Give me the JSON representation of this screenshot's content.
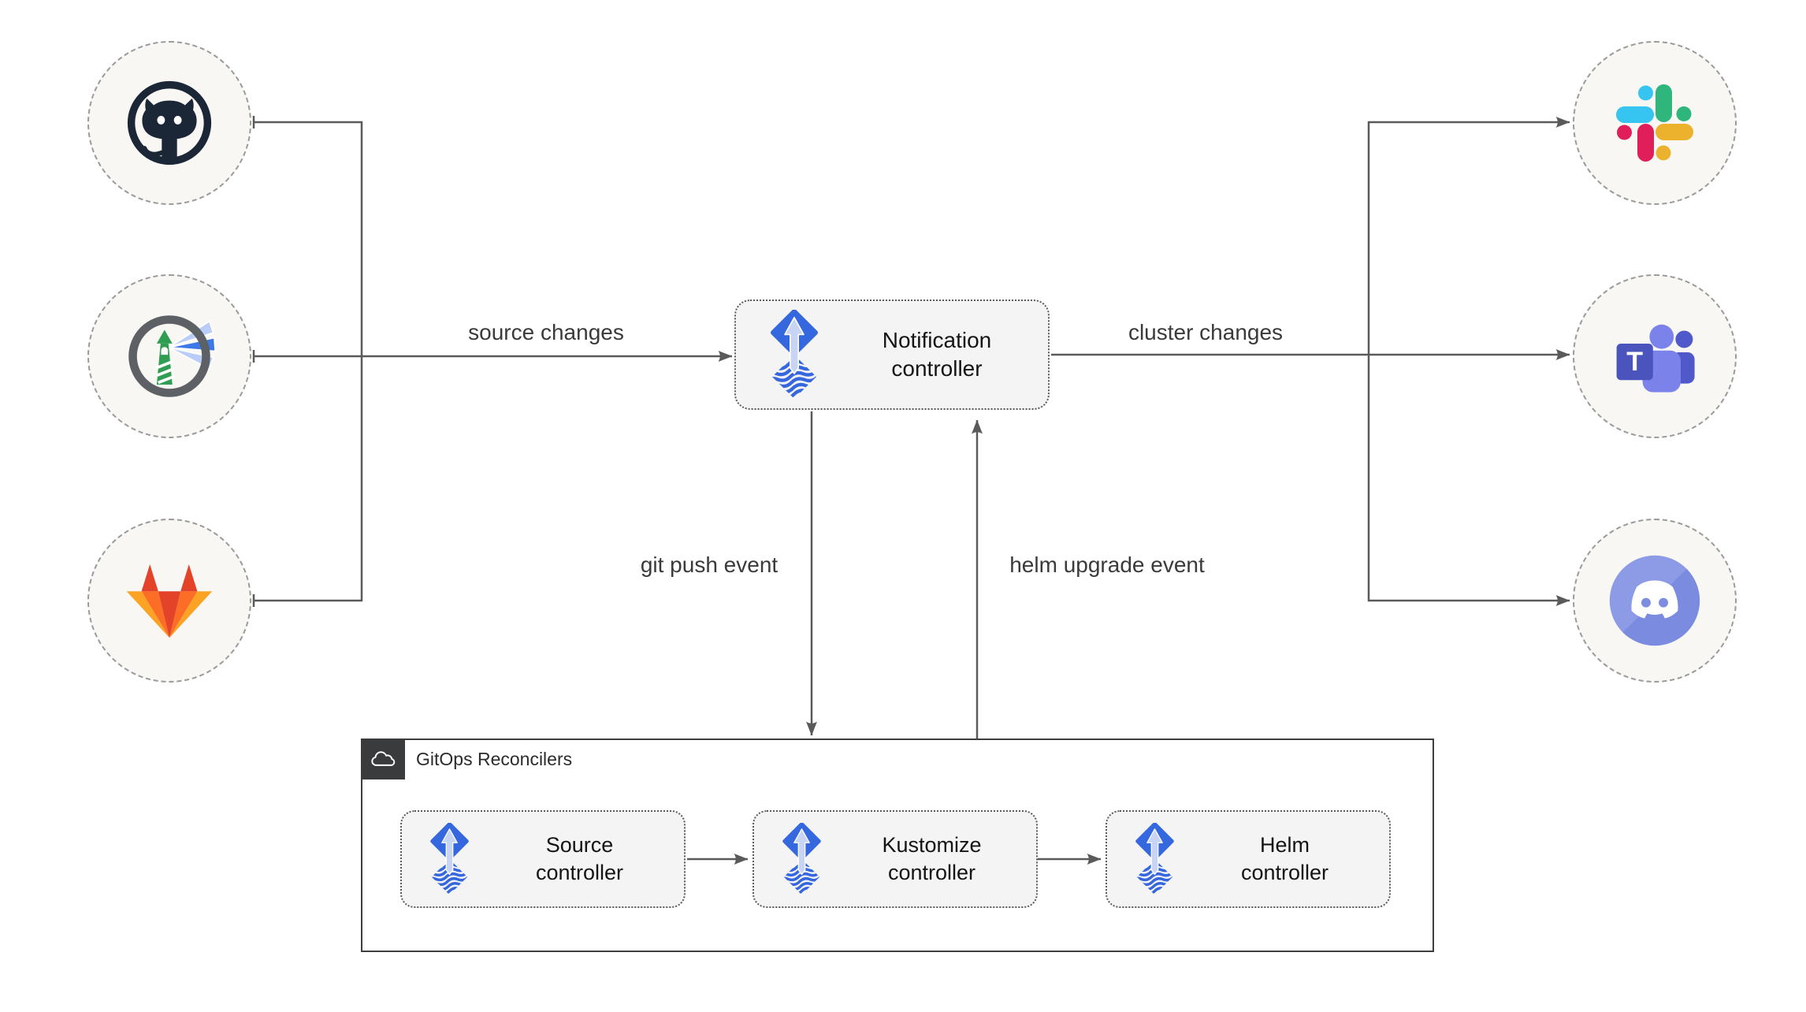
{
  "nodes": {
    "sources": [
      {
        "id": "github",
        "icon": "github-icon"
      },
      {
        "id": "harbor",
        "icon": "harbor-icon"
      },
      {
        "id": "gitlab",
        "icon": "gitlab-icon"
      }
    ],
    "notification_controller": {
      "label": "Notification controller",
      "icon": "flux-icon"
    },
    "targets": [
      {
        "id": "slack",
        "icon": "slack-icon"
      },
      {
        "id": "teams",
        "icon": "teams-icon",
        "letter": "T"
      },
      {
        "id": "discord",
        "icon": "discord-icon"
      }
    ]
  },
  "edges": {
    "source_changes": "source changes",
    "cluster_changes": "cluster changes",
    "git_push_event": "git push event",
    "helm_upgrade_event": "helm upgrade event"
  },
  "reconcilers_group": {
    "label": "GitOps Reconcilers",
    "icon": "cloud-icon",
    "items": [
      {
        "label": "Source controller",
        "icon": "flux-icon"
      },
      {
        "label": "Kustomize controller",
        "icon": "flux-icon"
      },
      {
        "label": "Helm controller",
        "icon": "flux-icon"
      }
    ]
  },
  "colors": {
    "flux_blue": "#3567df",
    "flux_arrow_light": "#c7d4f4",
    "connector_line": "#5a5a5a",
    "node_fill": "#f8f7f4",
    "node_border": "#9b9b9b",
    "box_fill": "#f4f4f4",
    "box_border": "#5a5a5a",
    "container_border": "#3d3d3d",
    "container_tab": "#3a3b3d",
    "github": "#1b2736",
    "harbor_gray": "#5d6064",
    "harbor_green": "#2f9e52",
    "harbor_beam_blue": "#3b78e8",
    "harbor_beam_light": "#b9cdf8",
    "gitlab_red": "#e24329",
    "gitlab_orange": "#fc6d26",
    "gitlab_yellow": "#fca326",
    "slack_blue": "#36C5F0",
    "slack_green": "#2EB67D",
    "slack_yellow": "#ECB22E",
    "slack_red": "#E01E5A",
    "teams_dark": "#4b53bc",
    "teams_mid": "#5059c9",
    "teams_light": "#7b83eb",
    "discord_blurple": "#7d8de0"
  }
}
